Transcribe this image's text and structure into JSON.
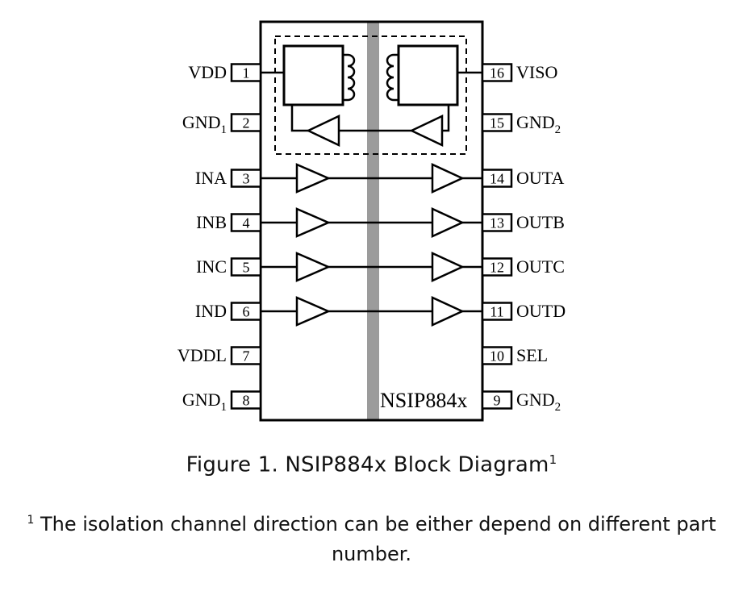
{
  "diagram": {
    "chip_label": "NSIP884x",
    "pins_left": [
      {
        "num": "1",
        "label": "VDD",
        "sub": ""
      },
      {
        "num": "2",
        "label": "GND",
        "sub": "1"
      },
      {
        "num": "3",
        "label": "INA",
        "sub": ""
      },
      {
        "num": "4",
        "label": "INB",
        "sub": ""
      },
      {
        "num": "5",
        "label": "INC",
        "sub": ""
      },
      {
        "num": "6",
        "label": "IND",
        "sub": ""
      },
      {
        "num": "7",
        "label": "VDDL",
        "sub": ""
      },
      {
        "num": "8",
        "label": "GND",
        "sub": "1"
      }
    ],
    "pins_right": [
      {
        "num": "16",
        "label": "VISO",
        "sub": ""
      },
      {
        "num": "15",
        "label": "GND",
        "sub": "2"
      },
      {
        "num": "14",
        "label": "OUTA",
        "sub": ""
      },
      {
        "num": "13",
        "label": "OUTB",
        "sub": ""
      },
      {
        "num": "12",
        "label": "OUTC",
        "sub": ""
      },
      {
        "num": "11",
        "label": "OUTD",
        "sub": ""
      },
      {
        "num": "10",
        "label": "SEL",
        "sub": ""
      },
      {
        "num": "9",
        "label": "GND",
        "sub": "2"
      }
    ],
    "colors": {
      "isolation_bar": "#9b9b9b",
      "line": "#000000",
      "background": "#ffffff"
    }
  },
  "caption": {
    "text": "Figure 1. NSIP884x Block Diagram",
    "superscript": "1"
  },
  "footnote": {
    "marker": "1",
    "text": "The isolation channel direction can be either depend on different part number."
  }
}
